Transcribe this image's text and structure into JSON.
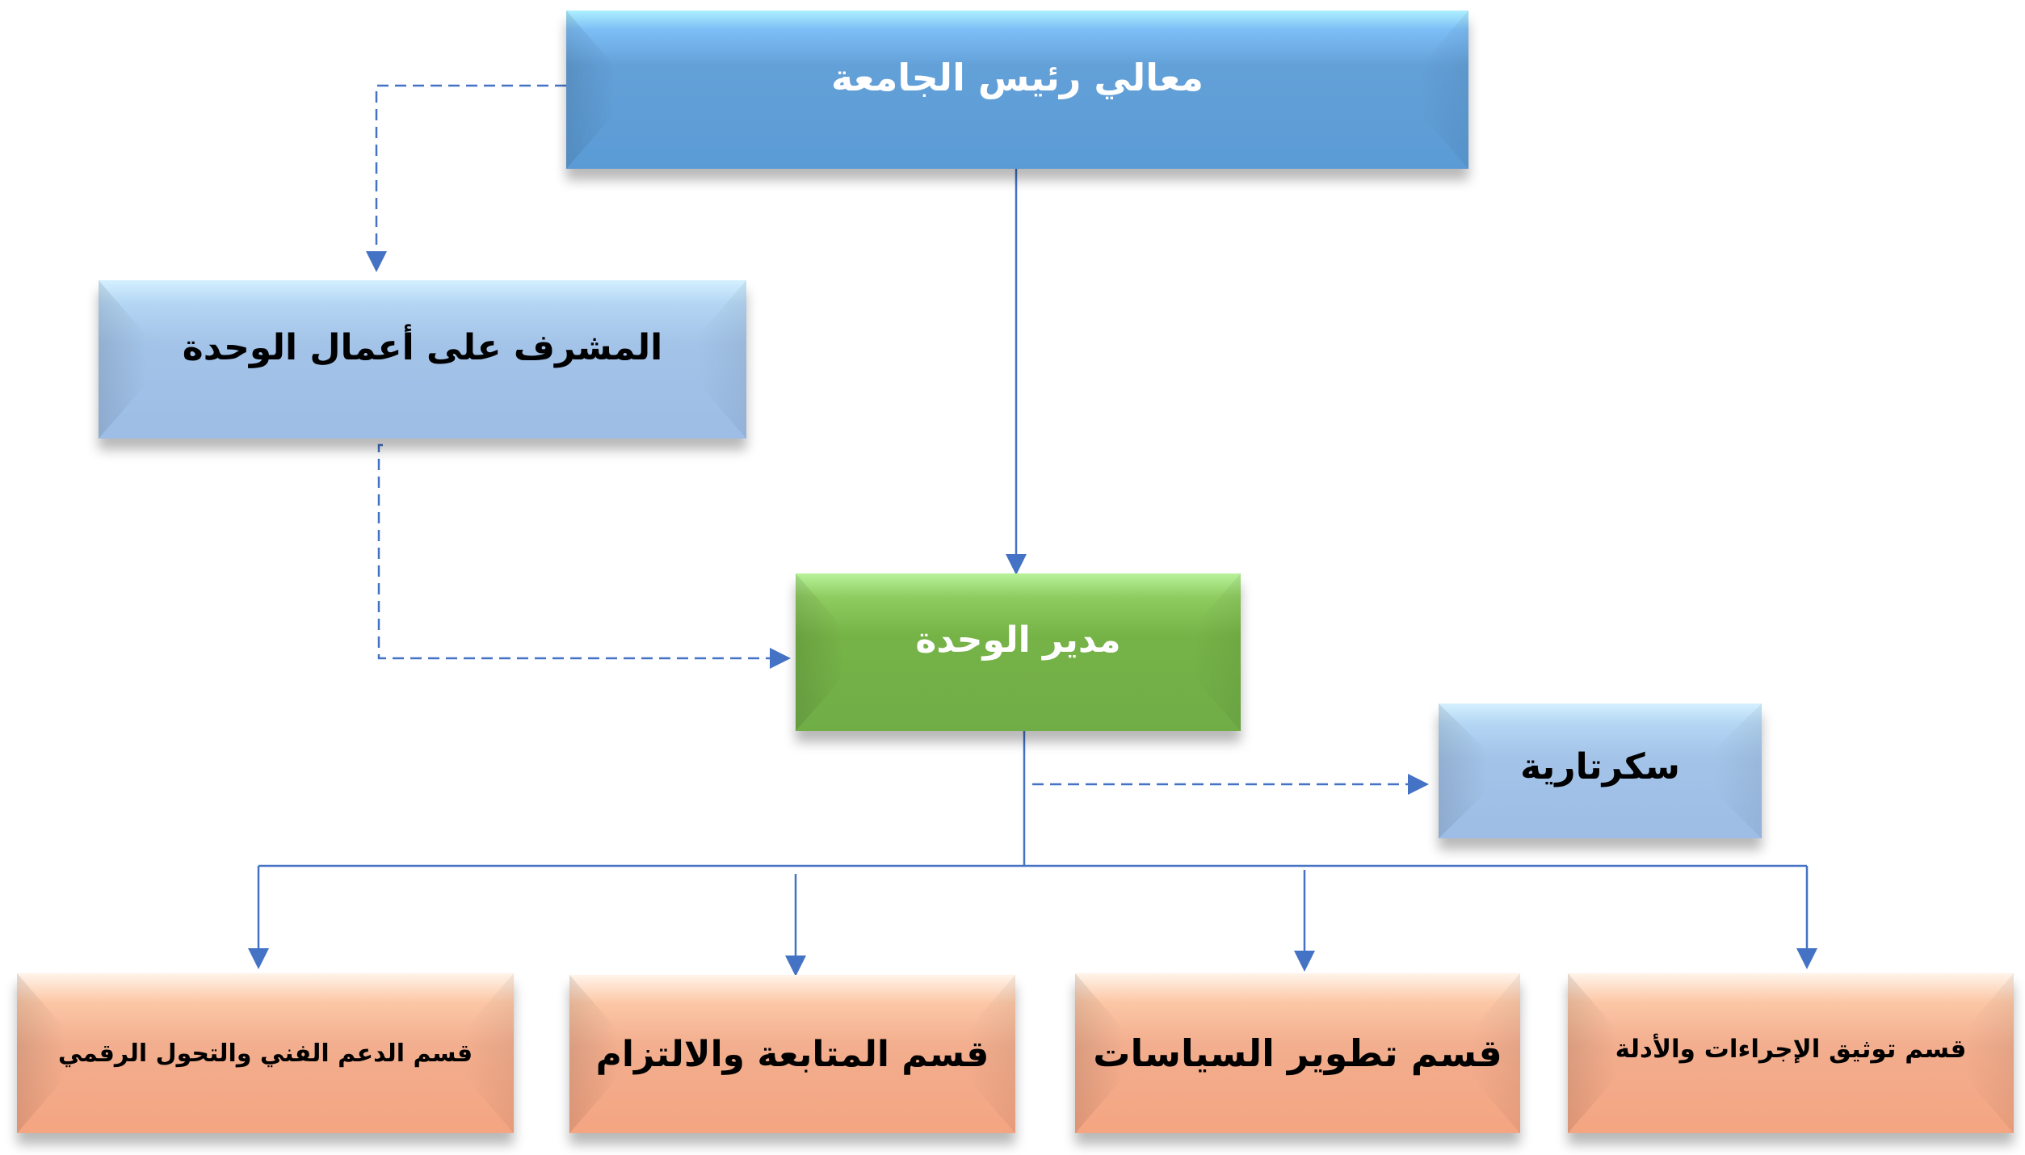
{
  "nodes": {
    "president": "معالي رئيس الجامعة",
    "supervisor": "المشرف على أعمال الوحدة",
    "director": "مدير الوحدة",
    "secretariat": "سكرتارية",
    "dept_digital": "قسم الدعم الفني والتحول الرقمي",
    "dept_compliance": "قسم المتابعة والالتزام",
    "dept_policy": "قسم تطوير السياسات",
    "dept_procedures": "قسم توثيق الإجراءات والأدلة"
  },
  "colors": {
    "connector": "#4472c4",
    "blue": "#5b9bd5",
    "light_blue": "#9dbde6",
    "green": "#70ad47",
    "salmon": "#f4a582"
  }
}
